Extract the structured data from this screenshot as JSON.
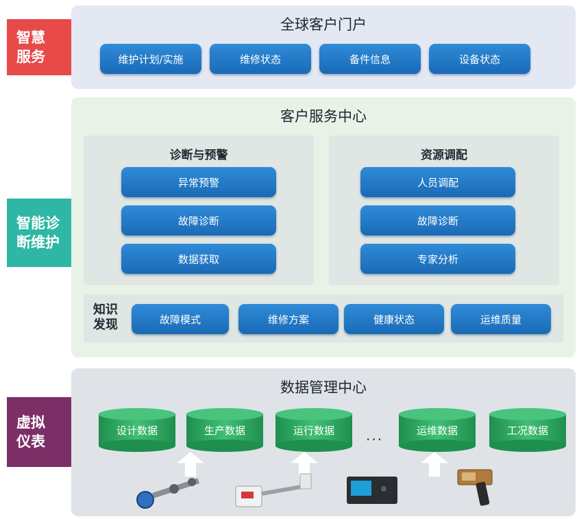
{
  "tags": {
    "smart_service": [
      "智慧",
      "服务"
    ],
    "smart_diagnosis": [
      "智能诊",
      "断维护"
    ],
    "virtual_instrument": [
      "虚拟",
      "仪表"
    ]
  },
  "portal": {
    "title": "全球客户门户",
    "buttons": [
      "维护计划/实施",
      "维修状态",
      "备件信息",
      "设备状态"
    ]
  },
  "service_center": {
    "title": "客户服务中心",
    "diagnosis": {
      "title": "诊断与预警",
      "items": [
        "异常预警",
        "故障诊断",
        "数据获取"
      ]
    },
    "resources": {
      "title": "资源调配",
      "items": [
        "人员调配",
        "故障诊断",
        "专家分析"
      ]
    },
    "knowledge": {
      "label": [
        "知识",
        "发现"
      ],
      "items": [
        "故障模式",
        "维修方案",
        "健康状态",
        "运维质量"
      ]
    }
  },
  "data_center": {
    "title": "数据管理中心",
    "databases": [
      "设计数据",
      "生产数据",
      "运行数据",
      "运维数据",
      "工况数据"
    ],
    "ellipsis": "..."
  },
  "colors": {
    "button_blue": "#1f78c8",
    "tag_red": "#e84a4a",
    "tag_teal": "#2eb7a4",
    "tag_purple": "#7c2f66",
    "db_green": "#2fae63"
  },
  "icons": [
    "sensor-device-icon",
    "meter-device-icon",
    "monitor-device-icon",
    "handheld-device-icon"
  ]
}
